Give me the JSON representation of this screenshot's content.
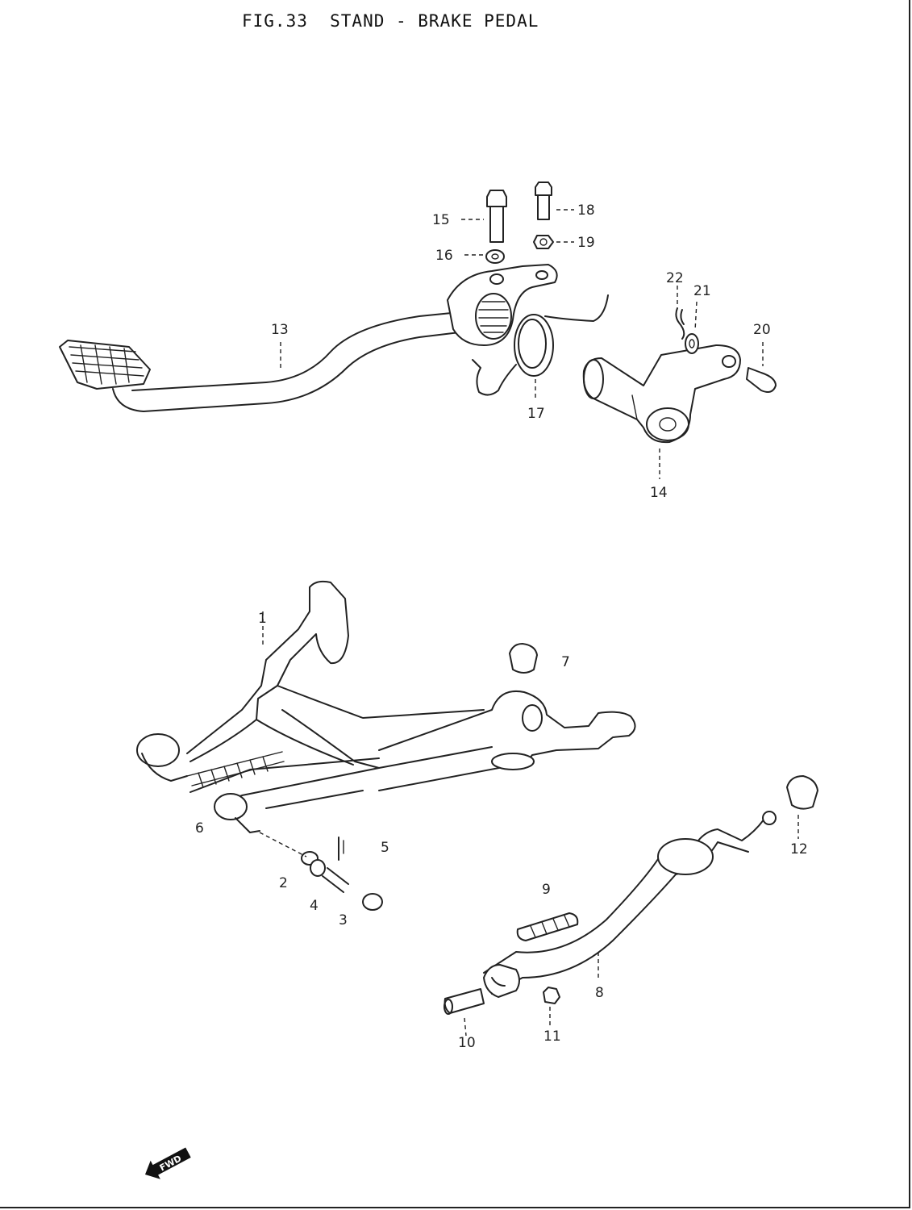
{
  "figure": {
    "title": "FIG.33  STAND - BRAKE PEDAL"
  },
  "callouts": {
    "c1": "1",
    "c2": "2",
    "c3": "3",
    "c4": "4",
    "c5": "5",
    "c6": "6",
    "c7": "7",
    "c8": "8",
    "c9": "9",
    "c10": "10",
    "c11": "11",
    "c12": "12",
    "c13": "13",
    "c14": "14",
    "c15": "15",
    "c16": "16",
    "c17": "17",
    "c18": "18",
    "c19": "19",
    "c20": "20",
    "c21": "21",
    "c22": "22"
  },
  "fwd_mark": "FWD"
}
